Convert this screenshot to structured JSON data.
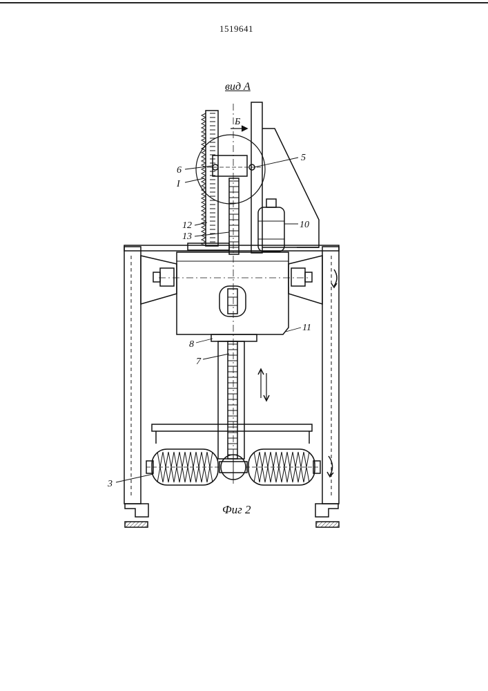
{
  "header": {
    "patent_number": "1519641"
  },
  "drawing": {
    "view_title": "вид A",
    "figure_caption": "Фиг 2",
    "arrow_label": "Б",
    "part_labels": {
      "l3": "3",
      "l5": "5",
      "l6": "6",
      "l7": "7",
      "l8": "8",
      "l10": "10",
      "l11": "11",
      "l12": "12",
      "l13": "13",
      "lI": "I"
    }
  }
}
